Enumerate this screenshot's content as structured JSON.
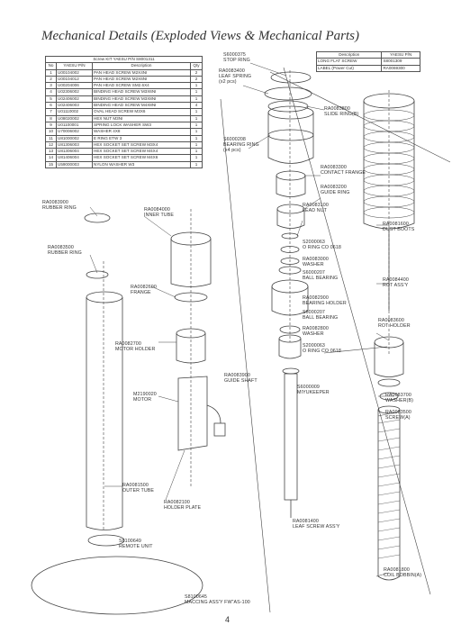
{
  "title": "Mechanical Details (Exploded Views & Mechanical Parts)",
  "page_number": "4",
  "parts_table": {
    "caption": "Screw KIT YAESU P/N S8001311",
    "headers": [
      "No",
      "YAESU P/N",
      "Description",
      "Qty"
    ],
    "rows": [
      [
        "1",
        "U00104002",
        "PAN HEAD SCREW M2X4NI",
        "2"
      ],
      [
        "2",
        "U00104012",
        "PAN HEAD SCREW M2X6NI",
        "2"
      ],
      [
        "3",
        "U00204006",
        "PAN HEAD SCREW SM2.6X4",
        "1"
      ],
      [
        "4",
        "U02306002",
        "BINDING HEAD SCREW M3X6NI",
        "1"
      ],
      [
        "5",
        "U02406002",
        "BINDING HEAD SCREW M3X8NI",
        "1"
      ],
      [
        "6",
        "U02406003",
        "BINDING HEAD SCREW M4X8NI",
        "4"
      ],
      [
        "7",
        "U01110002",
        "OVAL HEAD SCREW M3X6",
        "1"
      ],
      [
        "8",
        "U08020002",
        "HEX NUT M3NI",
        "1"
      ],
      [
        "9",
        "U01100001",
        "SPRING LOCK WASHER SW3",
        "1"
      ],
      [
        "10",
        "U70006002",
        "WASHER 4X8",
        "1"
      ],
      [
        "11",
        "U81000002",
        "E RING ETW 3",
        "1"
      ],
      [
        "12",
        "U81306003",
        "HEX SOCKET SET SCREW M3X4",
        "1"
      ],
      [
        "13",
        "U81306004",
        "HEX SOCKET SET SCREW M4X4",
        "1"
      ],
      [
        "14",
        "U81406004",
        "HEX SOCKET SET SCREW M4X6",
        "1"
      ],
      [
        "15",
        "U59000003",
        "NYLON WASHER W3",
        "1"
      ]
    ]
  },
  "note_table": {
    "headers": [
      "Description",
      "YAESU P/N"
    ],
    "rows": [
      [
        "LONG FLAT SCREW",
        "S8001309"
      ],
      [
        "LABEL (Power Cut)",
        "RA0069300"
      ]
    ]
  },
  "callouts": {
    "c01": "S6000375\nSTOP RING",
    "c02": "RA0083400\nLEAF SPRING\n(x2 pcs)",
    "c03": "RA0083800\nSLIDE RING(B)",
    "c04": "S6000208\nBEARING RING\n(x4 pcs)",
    "c05": "RA0083300\nCONTACT FRANGE",
    "c06": "RA0083200\nGUIDE RING",
    "c07": "RA0083100\nLEAD NUT",
    "c08": "S2000063\nO RING CO 0618",
    "c09": "RA0083000\nWASHER",
    "c10": "S6000207\nBALL BEARING",
    "c11": "RA0082900\nBEARING HOLDER",
    "c12": "S6000207\nBALL BEARING",
    "c13": "RA0082800\nWASHER",
    "c14": "S2000063\nO RING CO 0618",
    "c15": "S6000009\nMIYUKEEPER",
    "c16": "RA0083900\nGUIDE SHAFT",
    "c17": "RA0081400\nLEAF SCREW ASS'Y",
    "c18": "RA0081600\nDUST BOOTS",
    "c19": "RA0084400\nROT ASS'Y",
    "c20": "RA0083600\nROT HOLDER",
    "c21": "RA0083700\nWASHER(B)",
    "c22": "RA0083500\nSCREW(A)",
    "c23": "RA0081800\nCOIL BOBBIN(A)",
    "c24": "RA0083900\nRUBBER RING",
    "c25": "RA0083500\nRUBBER RING",
    "c26": "RA0084000\nINNER TUBE",
    "c27": "RA0082600\nFRANGE",
    "c28": "RA0082700\nMOTOR HOLDER",
    "c29": "M2190020\nMOTOR",
    "c30": "RA0081500\nOUTER TUBE",
    "c31": "RA0082100\nHOLDER PLATE",
    "c32": "S8100649\nREMOTE UNIT",
    "c33": "S8100645\nMACCING ASS'Y FW\"AS-100"
  }
}
